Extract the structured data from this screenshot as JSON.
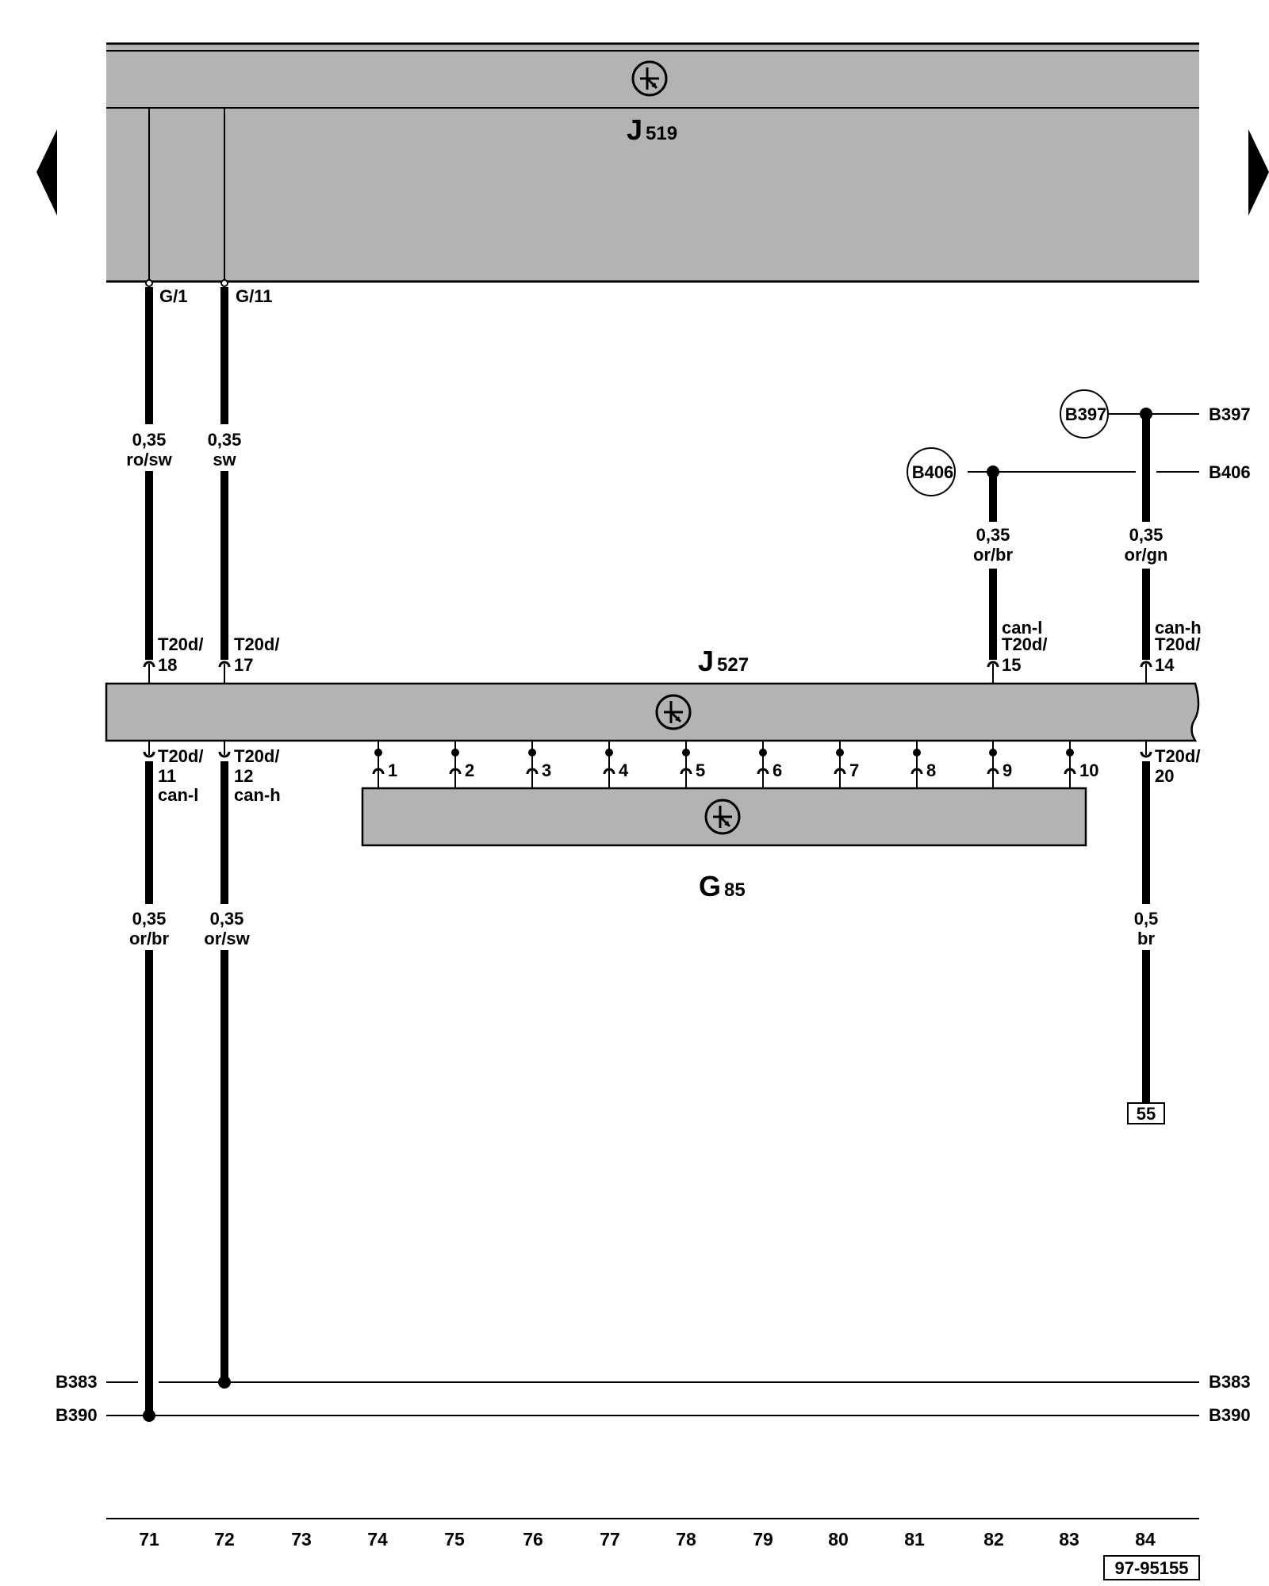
{
  "components": {
    "top": {
      "letter": "J",
      "sub": "519"
    },
    "middle": {
      "letter": "J",
      "sub": "527"
    },
    "bottom": {
      "letter": "G",
      "sub": "85"
    }
  },
  "pins_top": {
    "left": "G/1",
    "right": "G/11"
  },
  "wires": [
    {
      "gauge": "0,35",
      "color": "ro/sw"
    },
    {
      "gauge": "0,35",
      "color": "sw"
    },
    {
      "gauge": "0,35",
      "color": "or/br"
    },
    {
      "gauge": "0,35",
      "color": "or/gn"
    },
    {
      "gauge": "0,35",
      "color": "or/br"
    },
    {
      "gauge": "0,35",
      "color": "or/sw"
    },
    {
      "gauge": "0,5",
      "color": "br"
    }
  ],
  "connectors_upper": [
    {
      "line1": "T20d/",
      "line2": "18"
    },
    {
      "line1": "T20d/",
      "line2": "17"
    },
    {
      "line0": "can-l",
      "line1": "T20d/",
      "line2": "15"
    },
    {
      "line0": "can-h",
      "line1": "T20d/",
      "line2": "14"
    }
  ],
  "connectors_lower": [
    {
      "line1": "T20d/",
      "line2": "11",
      "line3": "can-l"
    },
    {
      "line1": "T20d/",
      "line2": "12",
      "line3": "can-h"
    },
    {
      "line1": "T20d/",
      "line2": "20"
    }
  ],
  "g85_pins": [
    "1",
    "2",
    "3",
    "4",
    "5",
    "6",
    "7",
    "8",
    "9",
    "10"
  ],
  "buses": {
    "B397": "B397",
    "B406": "B406",
    "B383": "B383",
    "B390": "B390"
  },
  "ground_ref": "55",
  "column_numbers": [
    "71",
    "72",
    "73",
    "74",
    "75",
    "76",
    "77",
    "78",
    "79",
    "80",
    "81",
    "82",
    "83",
    "84"
  ],
  "doc_id": "97-95155",
  "colors": {
    "component_fill": "#b3b3b3",
    "line": "#000000"
  }
}
